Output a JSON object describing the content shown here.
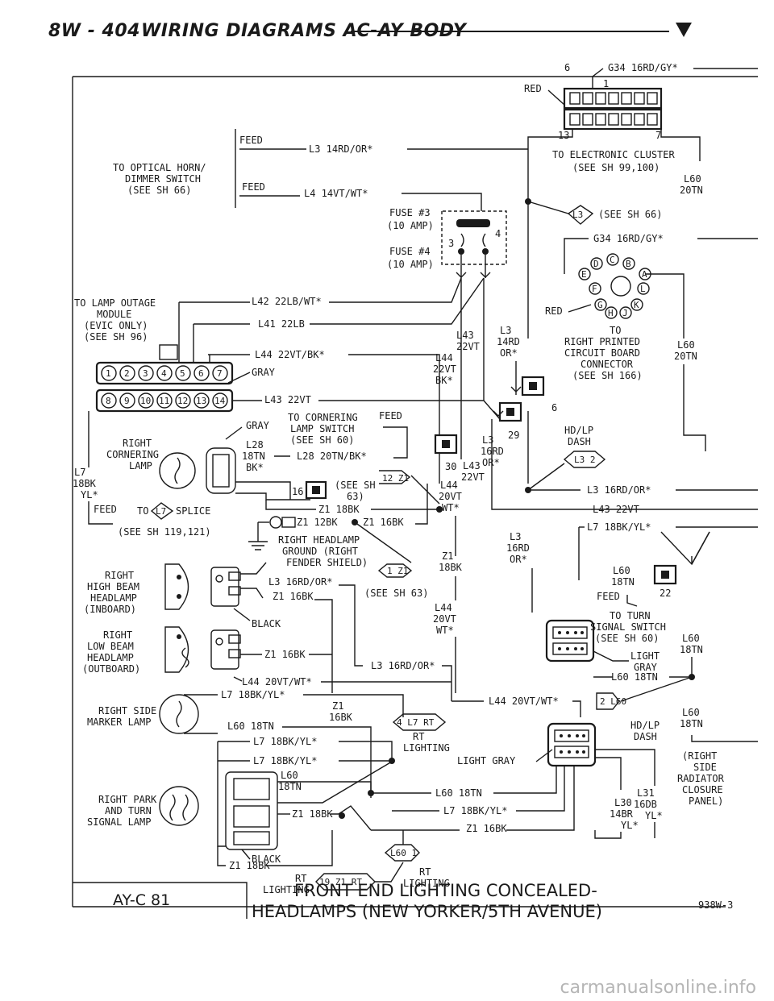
{
  "header": {
    "page_number": "8W - 404",
    "title": "WIRING DIAGRAMS AC-AY BODY"
  },
  "footer": {
    "diagram_id": "AY-C 81",
    "title_line1": "FRONT END LIGHTING CONCEALED-",
    "title_line2": "HEADLAMPS (NEW YORKER/5TH AVENUE)",
    "code": "938W-3"
  },
  "watermark": "carmanualsonline.info",
  "connectors": {
    "cluster_pins_top": [
      "6",
      "G34 16RD/GY*",
      "1"
    ],
    "cluster_pins_bottom": [
      "13",
      "7"
    ],
    "cluster_label": [
      "TO ELECTRONIC CLUSTER",
      "(SEE SH 99,100)"
    ],
    "cluster_red": "RED",
    "rpcb_pins": [
      "D",
      "C",
      "B",
      "E",
      "A",
      "F",
      "L",
      "G",
      "K",
      "H",
      "J"
    ],
    "rpcb_label": [
      "TO",
      "RIGHT PRINTED",
      "CIRCUIT BOARD",
      "CONNECTOR",
      "(SEE SH 166)"
    ],
    "rpcb_red": "RED",
    "lamp_outage_pins_top": [
      "1",
      "2",
      "3",
      "4",
      "5",
      "6",
      "7"
    ],
    "lamp_outage_pins_bottom": [
      "8",
      "9",
      "10",
      "11",
      "12",
      "13",
      "14"
    ],
    "lamp_outage_label": [
      "TO LAMP OUTAGE",
      "MODULE",
      "(EVIC ONLY)",
      "(SEE SH 96)"
    ],
    "optical_horn_label": [
      "TO OPTICAL HORN/",
      "DIMMER SWITCH",
      "(SEE SH 66)"
    ]
  },
  "fuses": {
    "fuse3": [
      "FUSE #3",
      "(10 AMP)"
    ],
    "fuse4": [
      "FUSE #4",
      "(10 AMP)"
    ],
    "pin3": "3",
    "pin4": "4"
  },
  "wires": {
    "feed": "FEED",
    "l3_14rd_or": "L3 14RD/OR*",
    "l4_14vt_wt": "L4 14VT/WT*",
    "g34": "G34 16RD/GY*",
    "l60_20tn": [
      "L60",
      "20TN"
    ],
    "see_sh66": "(SEE SH 66)",
    "l42": "L42 22LB/WT*",
    "l41": "L41 22LB",
    "l44_bk": "L44 22VT/BK*",
    "gray": "GRAY",
    "l43_22vt": "L43 22VT",
    "l43_v": [
      "L43",
      "22VT"
    ],
    "l3_v": [
      "L3",
      "14RD",
      "OR*"
    ],
    "l44_v": [
      "L44",
      "22VT",
      "BK*"
    ],
    "six": "6",
    "cornering_switch": [
      "TO CORNERING",
      "LAMP SWITCH",
      "(SEE SH 60)"
    ],
    "l28": [
      "L28",
      "18TN",
      "BK*"
    ],
    "l28_20tn": "L28 20TN/BK*",
    "sixteen": "16",
    "see_sh63_a": [
      "(SEE SH",
      "63)"
    ],
    "z1_18bk": "Z1 18BK",
    "num29": "29",
    "num30": "30",
    "l3_16rd_v": [
      "L3",
      "16RD",
      "OR*"
    ],
    "hdlp_dash": [
      "HD/LP",
      "DASH"
    ],
    "l43_22vt_v2": [
      "L43",
      "22VT"
    ],
    "l3_16rd_or": "L3 16RD/OR*",
    "l43_22vt_r": "L43 22VT",
    "l7_18bk_yl": "L7 18BK/YL*",
    "l44_20vt_v": [
      "L44",
      "20VT",
      "WT*"
    ],
    "right_cornering": [
      "RIGHT",
      "CORNERING",
      "LAMP"
    ],
    "l7_left": [
      "L7",
      "18BK",
      "YL*"
    ],
    "feed_to_splice": "TO",
    "splice": "SPLICE",
    "see_sh119": "(SEE SH 119,121)",
    "z1_12bk": "Z1 12BK",
    "z1_16bk": "Z1 16BK",
    "ground_label": [
      "RIGHT HEADLAMP",
      "GROUND (RIGHT",
      "FENDER SHIELD)"
    ],
    "z1_18bk_v": [
      "Z1",
      "18BK"
    ],
    "see_sh63_b": "(SEE SH 63)",
    "l3_16rd_v2": [
      "L3",
      "16RD",
      "OR*"
    ],
    "l60_18tn": [
      "L60",
      "18TN"
    ],
    "num22": "22",
    "turn_signal": [
      "TO TURN",
      "SIGNAL SWITCH",
      "(SEE SH 60)"
    ],
    "light_gray": [
      "LIGHT",
      "GRAY"
    ],
    "l60_18tn_r": "L60 18TN",
    "l60_18tn_v": [
      "L60",
      "18TN"
    ],
    "right_high_beam": [
      "RIGHT",
      "HIGH BEAM",
      "HEADLAMP",
      "(INBOARD)"
    ],
    "l3_16rd_or_2": "L3 16RD/OR*",
    "z1_16bk_2": "Z1 16BK",
    "black": "BLACK",
    "l44_20vt_v2": [
      "L44",
      "20VT",
      "WT*"
    ],
    "right_low_beam": [
      "RIGHT",
      "LOW BEAM",
      "HEADLAMP",
      "(OUTBOARD)"
    ],
    "z1_16bk_3": "Z1 16BK",
    "l3_16rd_or_3": "L3 16RD/OR*",
    "l44_20vt_wt": "L44 20VT/WT*",
    "l7_18bk_yl_2": "L7 18BK/YL*",
    "z1_16bk_v": [
      "Z1",
      "16BK"
    ],
    "l44_20vt_wt_2": "L44 20VT/WT*",
    "right_side_marker": [
      "RIGHT SIDE",
      "MARKER LAMP"
    ],
    "l60_18tn_2": "L60 18TN",
    "l7_18bk_yl_3": "L7 18BK/YL*",
    "l7_18bk_yl_4": "L7 18BK/YL*",
    "rt_lighting": [
      "RT",
      "LIGHTING"
    ],
    "light_gray_2": "LIGHT GRAY",
    "hdlp_dash_2": [
      "HD/LP",
      "DASH"
    ],
    "l60_18tn_v2": [
      "L60",
      "18TN"
    ],
    "right_park": [
      "RIGHT PARK",
      "AND TURN",
      "SIGNAL LAMP"
    ],
    "l60_18tn_3": [
      "L60",
      "18TN"
    ],
    "z1_18bk_2": "Z1 18BK",
    "l60_18tn_4": "L60 18TN",
    "l7_18bk_yl_5": "L7 18BK/YL*",
    "z1_16bk_4": "Z1 16BK",
    "l30_14br": [
      "L30",
      "14BR",
      "YL*"
    ],
    "l31_16db": [
      "L31",
      "16DB",
      "YL*"
    ],
    "radiator": [
      "(RIGHT",
      "SIDE",
      "RADIATOR",
      "CLOSURE",
      "PANEL)"
    ],
    "black_2": "BLACK",
    "z1_18bk_3": "Z1 18BK",
    "rt_lighting_2": [
      "RT",
      "LIGHTING"
    ],
    "rt_lighting_3": [
      "RT",
      "LIGHTING"
    ]
  },
  "callouts": {
    "l3": "L3",
    "l7": "L7",
    "l3_2": "L3 2",
    "z1_12": "12 Z1",
    "z1_1": "1 Z1",
    "l7_4rt": "4 L7 RT",
    "l60_2": "2 L60",
    "l60_1": "L60 1",
    "z1_19rt": "19 Z1 RT"
  }
}
